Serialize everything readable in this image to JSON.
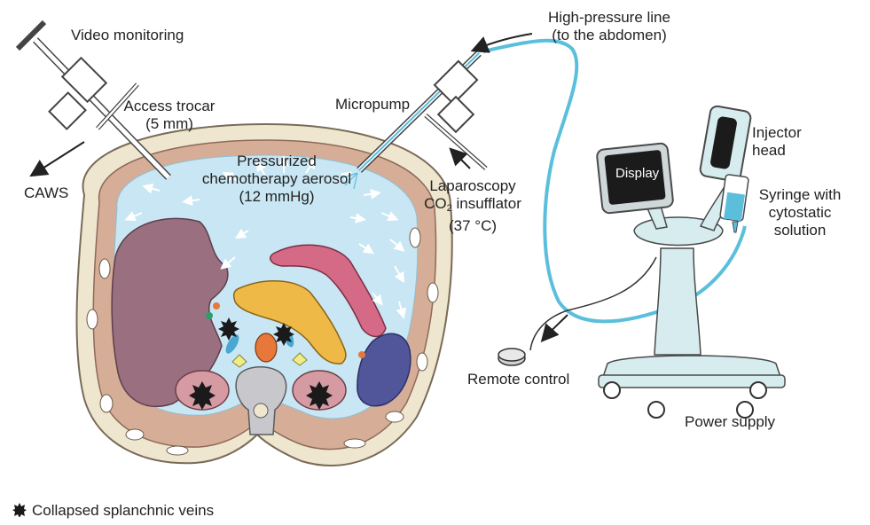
{
  "labels": {
    "video_monitoring": "Video monitoring",
    "access_trocar_1": "Access trocar",
    "access_trocar_2": "(5 mm)",
    "caws": "CAWS",
    "aerosol_1": "Pressurized",
    "aerosol_2": "chemotherapy aerosol",
    "aerosol_3": "(12 mmHg)",
    "micropump": "Micropump",
    "hp_line_1": "High-pressure line",
    "hp_line_2": "(to the abdomen)",
    "lap_1": "Laparoscopy",
    "lap_2_pre": "CO",
    "lap_2_sub": "2",
    "lap_2_post": " insufflator",
    "lap_3": "(37 °C)",
    "display": "Display",
    "injector_1": "Injector",
    "injector_2": "head",
    "syringe_1": "Syringe with",
    "syringe_2": "cytostatic",
    "syringe_3": "solution",
    "remote_control": "Remote control",
    "power_supply": "Power supply"
  },
  "legend": {
    "text": "Collapsed splanchnic veins",
    "icon": "star-icon"
  },
  "colors": {
    "aerosol": "#c8e6f3",
    "line": "#5bbfdc",
    "injector_body": "#d6ecef",
    "liver": "#9a6f7f",
    "pancreas": "#efb948",
    "colon": "#d46a86",
    "spleen": "#51569a",
    "kidney": "#d69aa3",
    "muscle": "#d6ad96",
    "vertebra": "#c8c8cc",
    "skin": "#efe6cf"
  }
}
